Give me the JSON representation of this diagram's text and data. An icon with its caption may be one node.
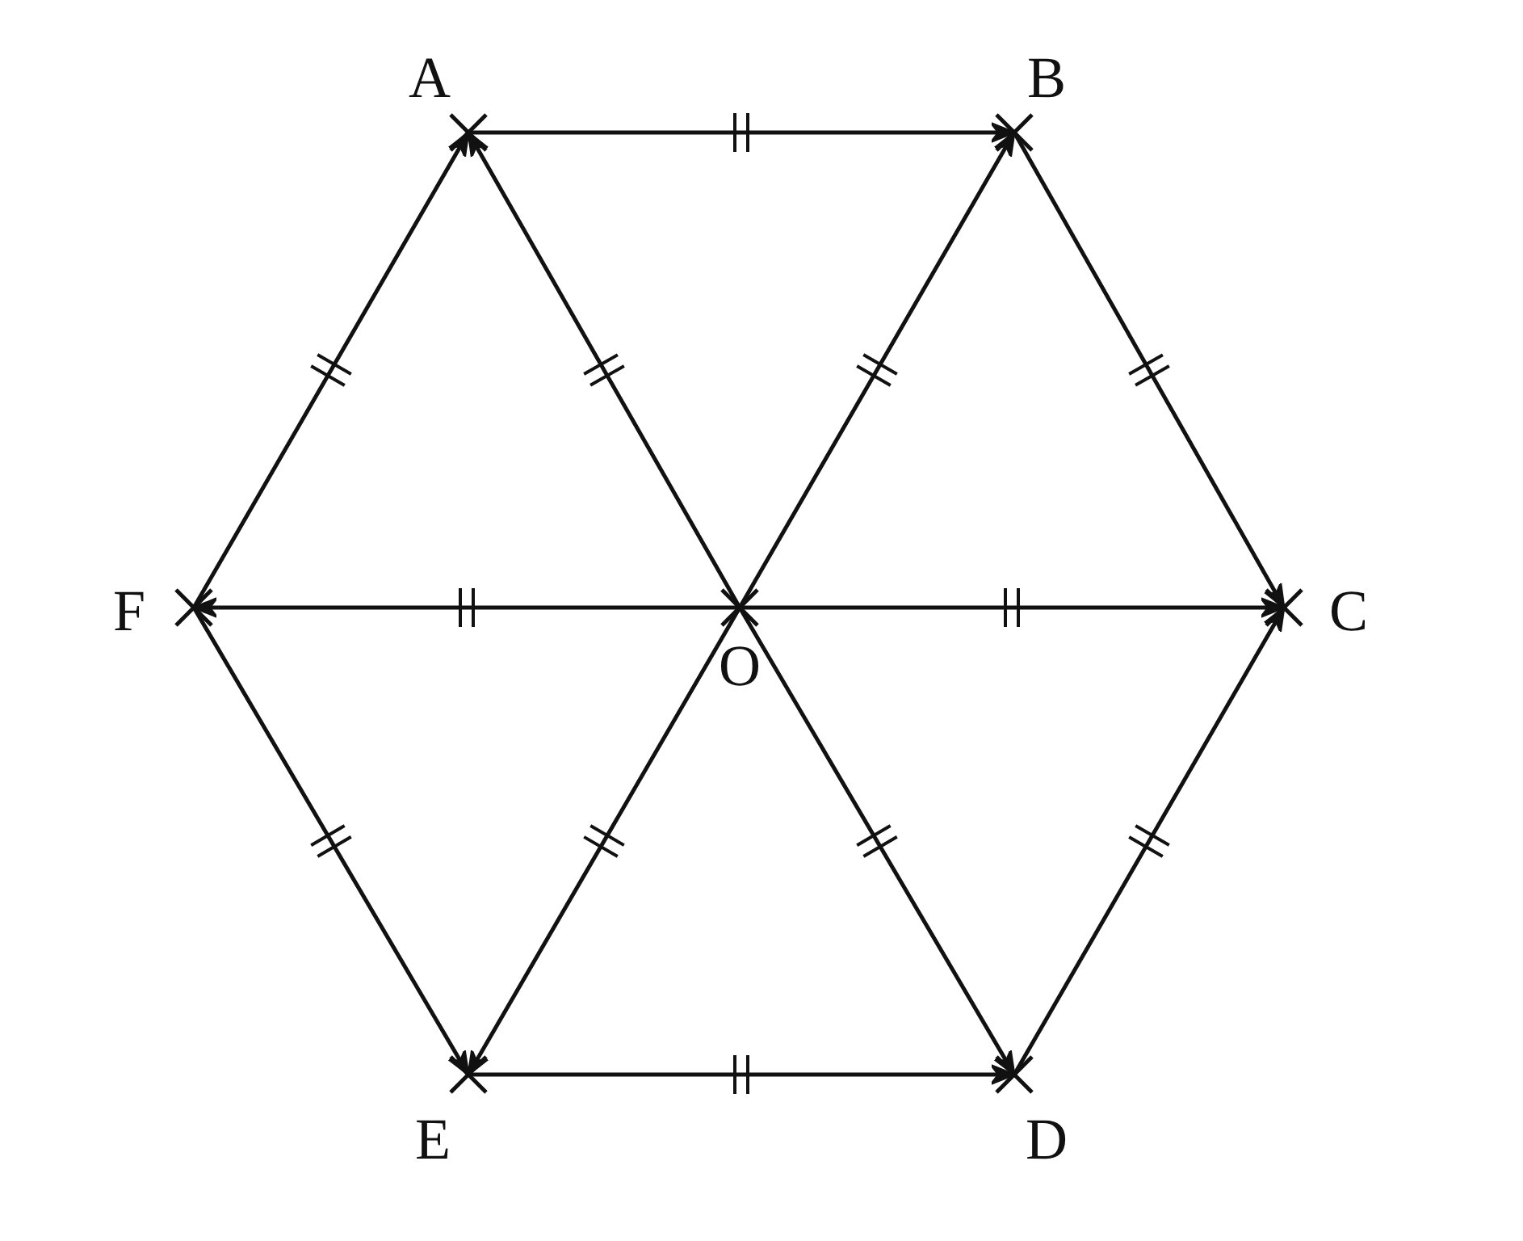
{
  "diagram": {
    "nodes": [
      {
        "text": [
          "A"
        ]
      },
      {
        "text": [
          "B"
        ]
      },
      {
        "text": [
          "F"
        ]
      },
      {
        "text": [
          "O"
        ]
      },
      {
        "text": [
          "C"
        ]
      },
      {
        "text": [
          "E"
        ]
      },
      {
        "text": [
          "D"
        ]
      }
    ],
    "edges": [
      {
        "from": 0,
        "to": 1,
        "arrow": "to"
      },
      {
        "from": 2,
        "to": 0,
        "arrow": "to"
      },
      {
        "from": 3,
        "to": 0,
        "arrow": "to"
      },
      {
        "from": 3,
        "to": 1,
        "arrow": "to"
      },
      {
        "from": 1,
        "to": 4,
        "arrow": "to"
      },
      {
        "from": 3,
        "to": 2,
        "arrow": "to"
      },
      {
        "from": 3,
        "to": 4,
        "arrow": "to"
      },
      {
        "from": 2,
        "to": 5,
        "arrow": "to"
      },
      {
        "from": 3,
        "to": 5,
        "arrow": "to"
      },
      {
        "from": 3,
        "to": 6,
        "arrow": "to"
      },
      {
        "from": 6,
        "to": 4,
        "arrow": "to"
      },
      {
        "from": 5,
        "to": 6,
        "arrow": "to"
      }
    ]
  }
}
